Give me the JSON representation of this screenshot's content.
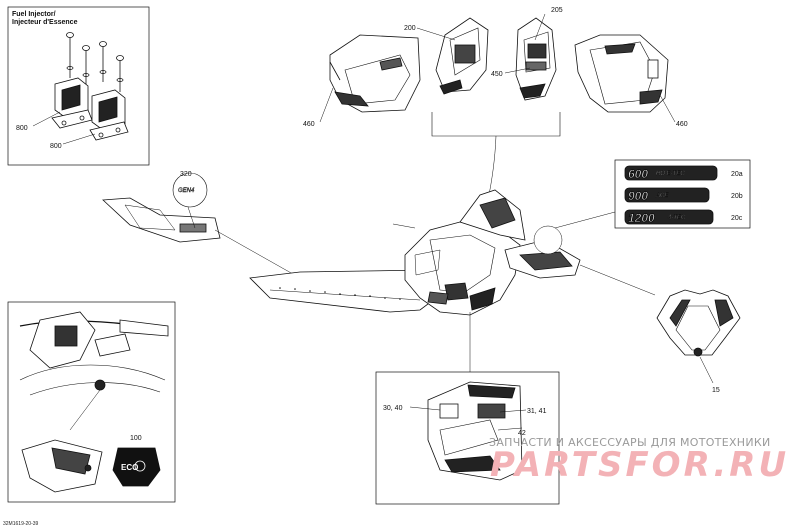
{
  "inset_fuel": {
    "title_line1": "Fuel Injector/",
    "title_line2": "Injecteur d'Essence",
    "callouts": [
      "800",
      "800"
    ]
  },
  "top_panels": {
    "callouts": {
      "c200": "200",
      "c205": "205",
      "c450": "450",
      "c460_left": "460",
      "c460_right": "460"
    }
  },
  "tunnel": {
    "callout": "320",
    "decal_text": "GEN4"
  },
  "engine_decals": [
    {
      "main": "600",
      "suffix": "HO E-TEC",
      "callout": "20a"
    },
    {
      "main": "900",
      "suffix": "ACE",
      "callout": "20b"
    },
    {
      "main": "1200",
      "suffix": "4-TEC",
      "callout": "20c"
    }
  ],
  "windshield": {
    "callout": "15"
  },
  "side_panel": {
    "callout_left": "30, 40",
    "callout_right": "31, 41",
    "callout_bottom": "42"
  },
  "dash_inset": {
    "callout": "100",
    "eco_label": "ECO"
  },
  "watermark": {
    "line1": "ЗАПЧАСТИ И АКСЕССУАРЫ ДЛЯ МОТОТЕХНИКИ",
    "logo": "PARTSFOR.RU",
    "logo_color": "#f3b2b6"
  },
  "figure_code": "32M1619-20-39"
}
